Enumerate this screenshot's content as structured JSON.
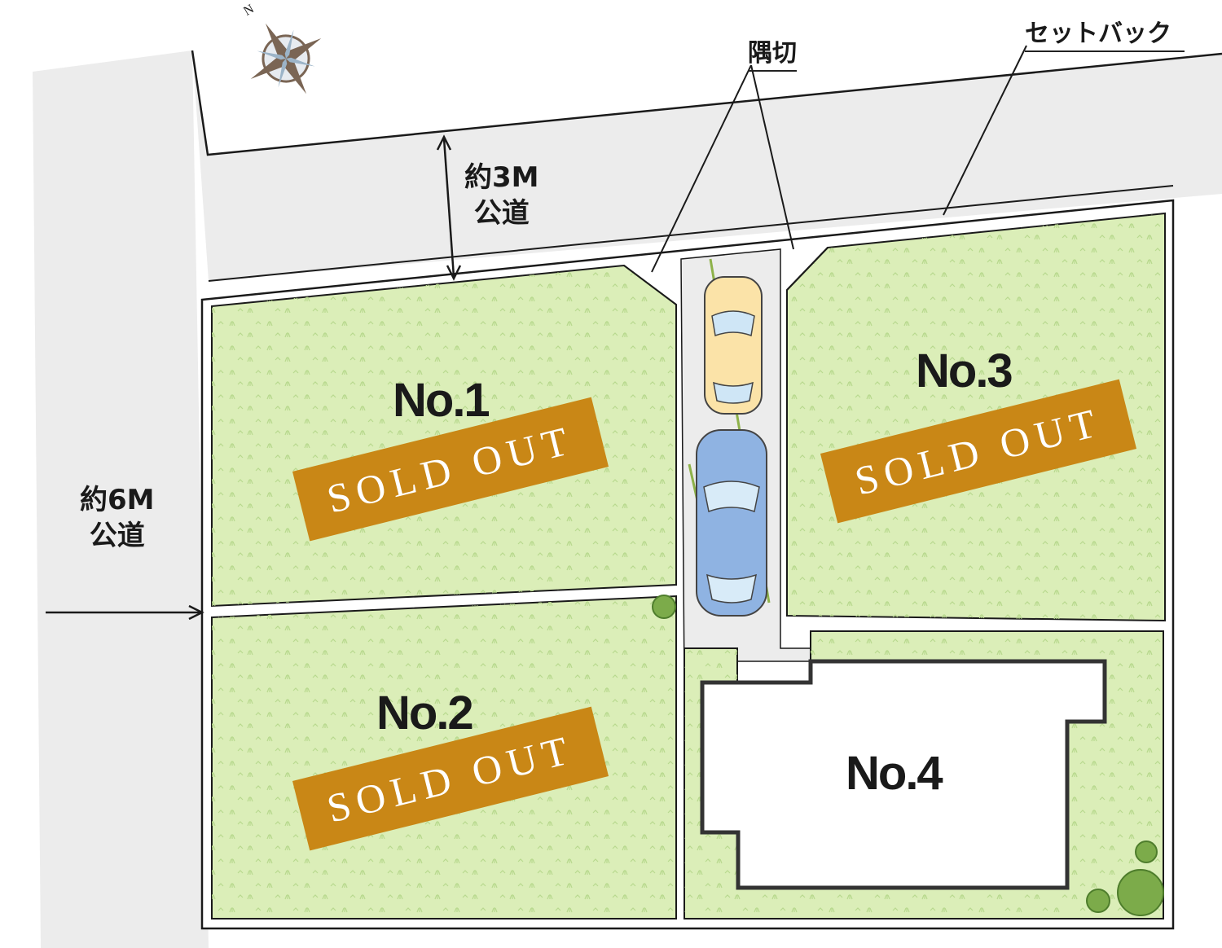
{
  "roads": {
    "north_road": {
      "width": "約3M",
      "type": "公道"
    },
    "west_road": {
      "width": "約6M",
      "type": "公道"
    }
  },
  "callouts": {
    "corner_cut": "隅切",
    "setback": "セットバック"
  },
  "compass": {
    "north_letter": "N"
  },
  "lots": [
    {
      "number": "No.1",
      "status": "SOLD OUT"
    },
    {
      "number": "No.2",
      "status": "SOLD OUT"
    },
    {
      "number": "No.3",
      "status": "SOLD OUT"
    },
    {
      "number": "No.4",
      "status": ""
    }
  ],
  "colors": {
    "road": "#ececec",
    "lot_green": "#dbeeb8",
    "sold_banner": "#c98716",
    "car_yellow": "#fbe3a8",
    "car_blue": "#8fb3e2"
  }
}
